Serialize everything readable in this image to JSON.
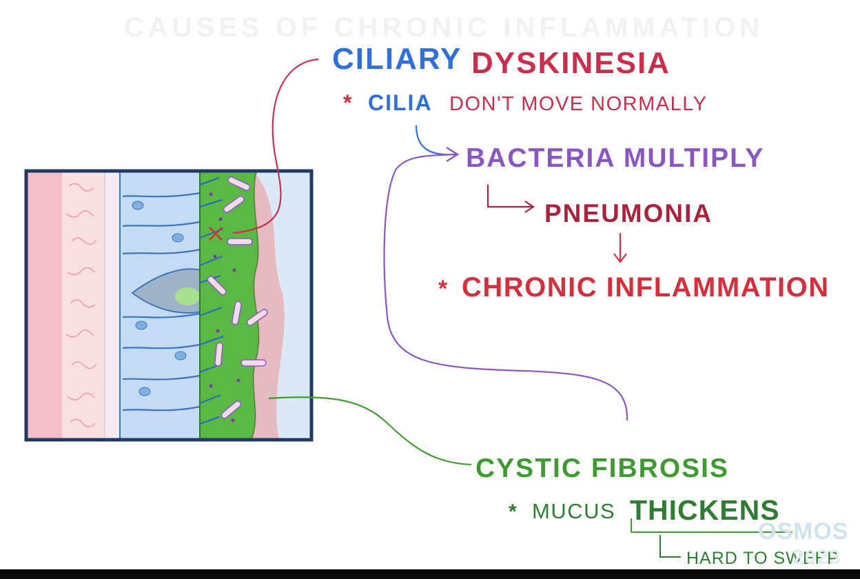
{
  "colors": {
    "blue": "#2f6fd6",
    "crimson": "#c92e4c",
    "red": "#d42f3c",
    "dark_red": "#a8243c",
    "purple": "#8a57c2",
    "green": "#3f9a32",
    "dark_green": "#2e7d32",
    "frame": "#1f3a63"
  },
  "header_ghost": "CAUSES OF CHRONIC INFLAMMATION",
  "ciliary": {
    "title_part1": "Ciliary",
    "title_part2": "Dyskinesia",
    "note_star": "*",
    "note_subject": "Cilia",
    "note_rest": "don't move normally"
  },
  "flow": {
    "bacteria": "Bacteria multiply",
    "pneumonia": "Pneumonia",
    "chronic_star": "*",
    "chronic": "Chronic inflammation"
  },
  "cystic": {
    "title": "Cystic Fibrosis",
    "note_star": "*",
    "note_subject": "Mucus",
    "note_emphasis": "Thickens",
    "consequence": "hard to sweep"
  },
  "watermark": {
    "line1": "OSMOS",
    "line2": "2023"
  },
  "icons": {
    "cross_mark": "x-mark-icon",
    "star": "asterisk-icon"
  }
}
